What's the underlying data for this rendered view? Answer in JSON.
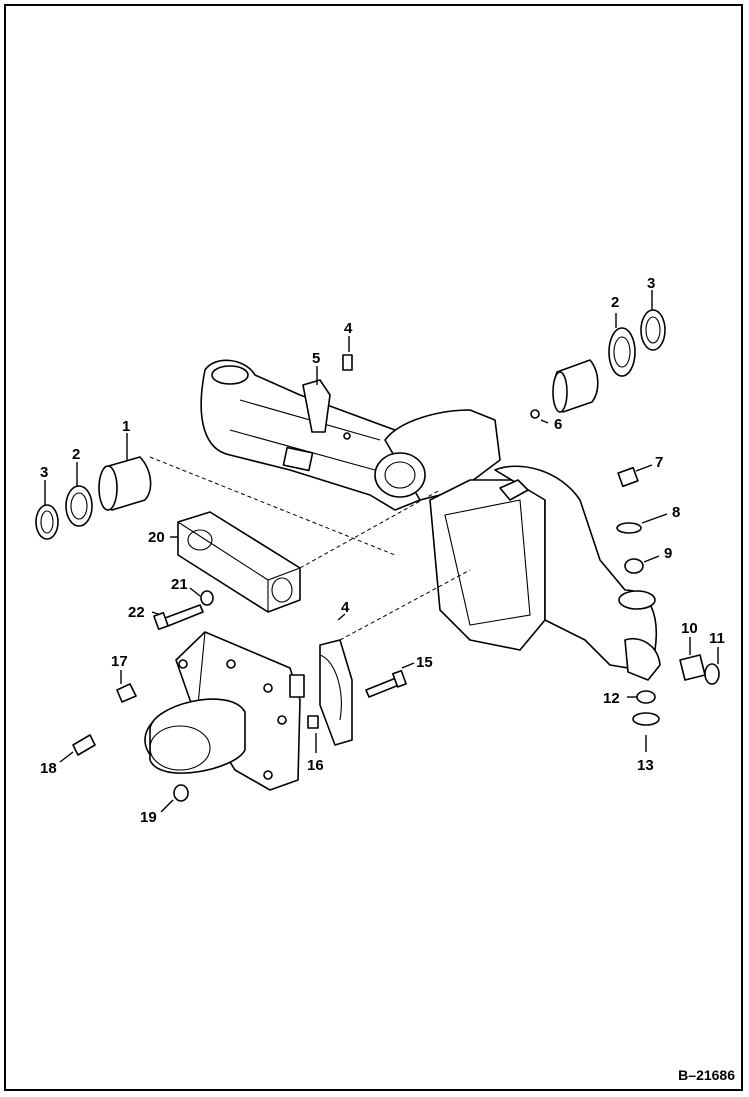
{
  "figure_id": "B–21686",
  "callouts": [
    {
      "id": "c1",
      "text": "1"
    },
    {
      "id": "c2a",
      "text": "2"
    },
    {
      "id": "c3a",
      "text": "3"
    },
    {
      "id": "c2b",
      "text": "2"
    },
    {
      "id": "c3b",
      "text": "3"
    },
    {
      "id": "c4a",
      "text": "4"
    },
    {
      "id": "c4b",
      "text": "4"
    },
    {
      "id": "c5",
      "text": "5"
    },
    {
      "id": "c6",
      "text": "6"
    },
    {
      "id": "c7",
      "text": "7"
    },
    {
      "id": "c8",
      "text": "8"
    },
    {
      "id": "c9",
      "text": "9"
    },
    {
      "id": "c10",
      "text": "10"
    },
    {
      "id": "c11",
      "text": "11"
    },
    {
      "id": "c12",
      "text": "12"
    },
    {
      "id": "c13",
      "text": "13"
    },
    {
      "id": "c15",
      "text": "15"
    },
    {
      "id": "c16",
      "text": "16"
    },
    {
      "id": "c17",
      "text": "17"
    },
    {
      "id": "c18",
      "text": "18"
    },
    {
      "id": "c19",
      "text": "19"
    },
    {
      "id": "c20",
      "text": "20"
    },
    {
      "id": "c21",
      "text": "21"
    },
    {
      "id": "c22",
      "text": "22"
    }
  ]
}
